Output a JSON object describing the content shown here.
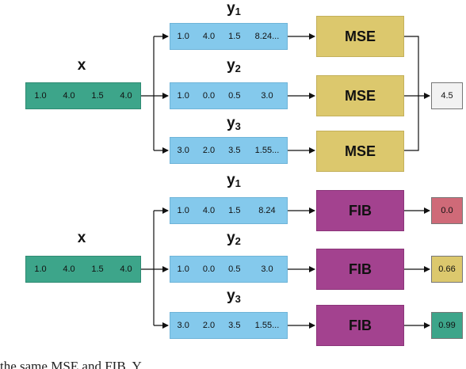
{
  "x": {
    "label": "x",
    "values": [
      "1.0",
      "4.0",
      "1.5",
      "4.0"
    ]
  },
  "top": {
    "targets": [
      {
        "label": "y",
        "sub": "1",
        "values": [
          "1.0",
          "4.0",
          "1.5",
          "8.24..."
        ]
      },
      {
        "label": "y",
        "sub": "2",
        "values": [
          "1.0",
          "0.0",
          "0.5",
          "3.0"
        ]
      },
      {
        "label": "y",
        "sub": "3",
        "values": [
          "3.0",
          "2.0",
          "3.5",
          "1.55..."
        ]
      }
    ],
    "op": "MSE",
    "output": "4.5"
  },
  "bottom": {
    "targets": [
      {
        "label": "y",
        "sub": "1",
        "values": [
          "1.0",
          "4.0",
          "1.5",
          "8.24"
        ]
      },
      {
        "label": "y",
        "sub": "2",
        "values": [
          "1.0",
          "0.0",
          "0.5",
          "3.0"
        ]
      },
      {
        "label": "y",
        "sub": "3",
        "values": [
          "3.0",
          "2.0",
          "3.5",
          "1.55..."
        ]
      }
    ],
    "op": "FIB",
    "outputs": [
      "0.0",
      "0.66",
      "0.99"
    ]
  },
  "colors": {
    "x_vector": "#3da58a",
    "y_vector": "#84c9ec",
    "mse": "#dcc86d",
    "fib": "#a3428f",
    "out_red": "#cf6a78",
    "out_yellow": "#dcc86d",
    "out_green": "#3da58a",
    "out_gray": "#f2f2f2"
  },
  "caption": "the same MSE and FIB. Y..."
}
